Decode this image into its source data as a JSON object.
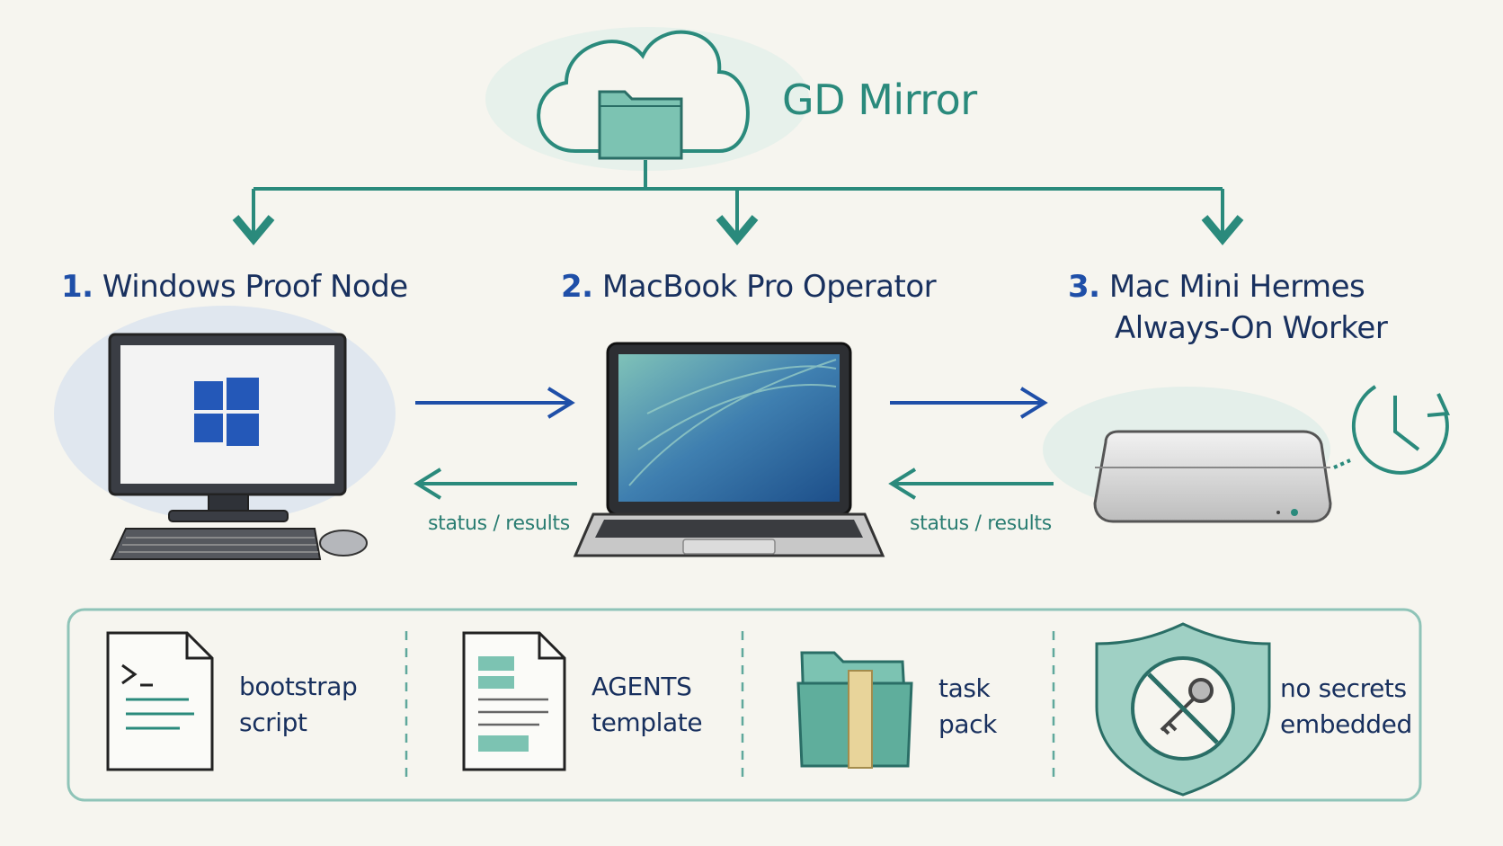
{
  "header": {
    "title": "GD Mirror"
  },
  "nodes": [
    {
      "number": "1.",
      "name_line1": "Windows Proof Node",
      "name_line2": ""
    },
    {
      "number": "2.",
      "name_line1": "MacBook Pro Operator",
      "name_line2": ""
    },
    {
      "number": "3.",
      "name_line1": "Mac Mini Hermes",
      "name_line2": "Always-On Worker"
    }
  ],
  "links": [
    {
      "return_label": "status / results"
    },
    {
      "return_label": "status / results"
    }
  ],
  "artifacts": [
    {
      "line1": "bootstrap",
      "line2": "script",
      "icon": "script-file-icon"
    },
    {
      "line1": "AGENTS",
      "line2": "template",
      "icon": "template-document-icon"
    },
    {
      "line1": "task",
      "line2": "pack",
      "icon": "folder-pack-icon"
    },
    {
      "line1": "no secrets",
      "line2": "embedded",
      "icon": "shield-no-key-icon"
    }
  ],
  "colors": {
    "teal": "#2a8a7c",
    "blue": "#1f4fa8",
    "ink": "#18305e",
    "paper": "#f6f5ef"
  }
}
